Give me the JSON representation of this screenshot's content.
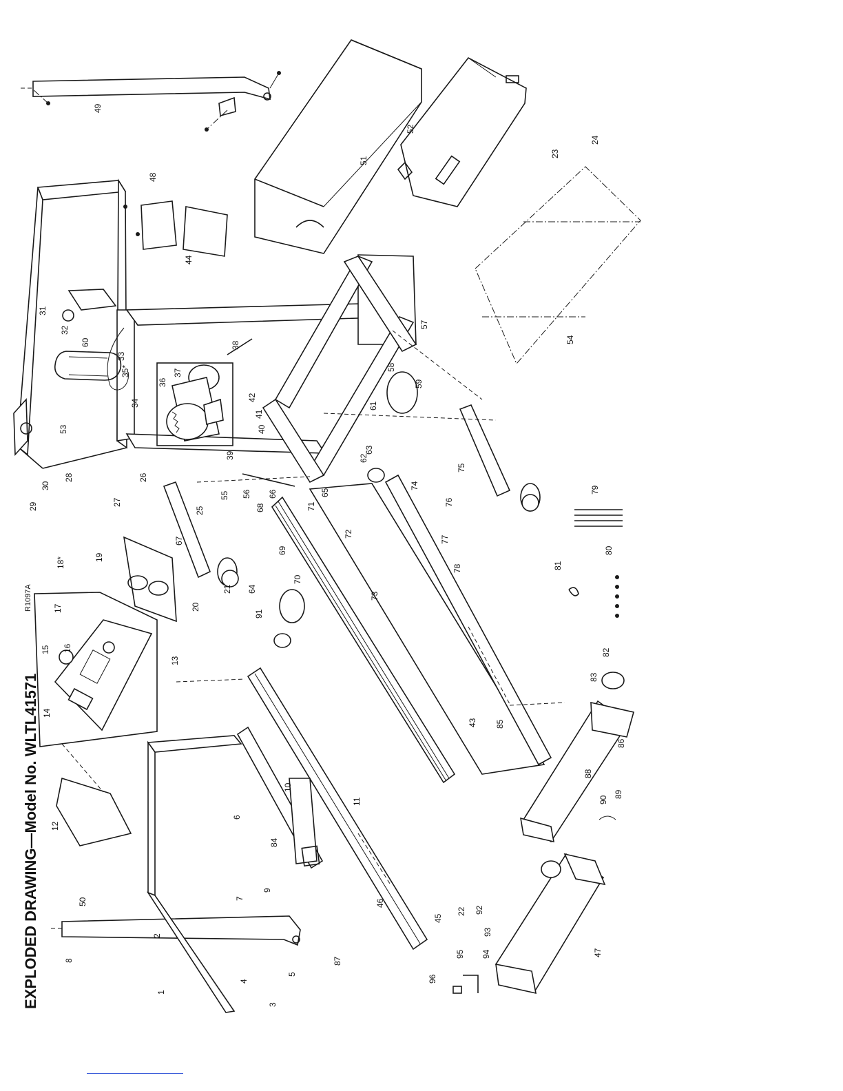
{
  "title": "EXPLODED DRAWING—Model No. WLTL41571",
  "drawing_code": "R1097A",
  "parts": [
    "1",
    "2",
    "3",
    "4",
    "5",
    "6",
    "7",
    "8",
    "9",
    "10",
    "11",
    "12",
    "13",
    "14",
    "15",
    "16",
    "17",
    "18*",
    "19",
    "20",
    "21",
    "22",
    "23",
    "24",
    "25",
    "26",
    "27",
    "28",
    "29",
    "30",
    "31",
    "32",
    "33",
    "34",
    "35*",
    "36",
    "37",
    "38",
    "39",
    "40",
    "41",
    "42",
    "43",
    "44",
    "45",
    "46",
    "47",
    "48",
    "49",
    "50",
    "51",
    "52",
    "53",
    "54",
    "55",
    "56",
    "57",
    "58",
    "59",
    "60",
    "61",
    "62",
    "63",
    "64",
    "65",
    "66",
    "67",
    "68",
    "69",
    "70",
    "71",
    "72",
    "73",
    "74",
    "75",
    "76",
    "77",
    "78",
    "79",
    "80",
    "81",
    "82",
    "83",
    "84",
    "85",
    "86",
    "87",
    "88",
    "89",
    "90",
    "91",
    "92",
    "93",
    "94",
    "95",
    "96"
  ],
  "colors": {
    "ink": "#1a1a1a",
    "paper": "#ffffff",
    "link": "#3a5bd9"
  }
}
